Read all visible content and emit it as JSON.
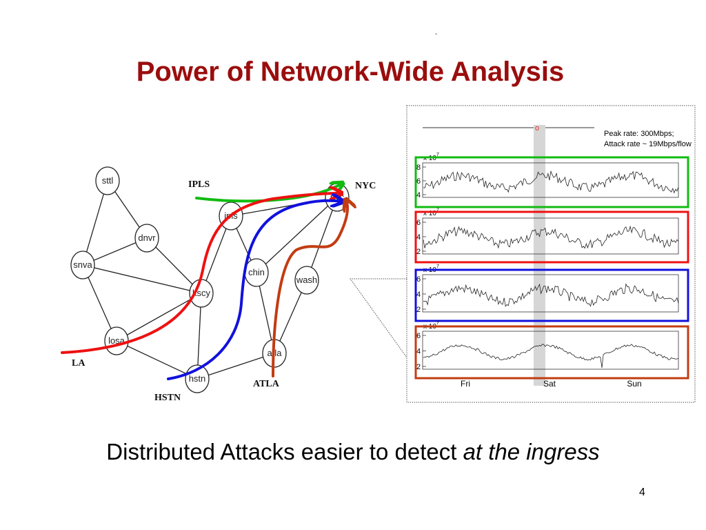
{
  "slide": {
    "title": "Power of Network-Wide Analysis",
    "subtitle_main": "Distributed Attacks easier to detect ",
    "subtitle_emphasis": "at the ingress",
    "page_number": "4",
    "dot": "-"
  },
  "network": {
    "nodes": [
      "sttl",
      "dnvr",
      "snva",
      "losa",
      "kscy",
      "ipls",
      "chin",
      "wash",
      "atla",
      "hstn",
      "nyc"
    ],
    "city_labels": {
      "ipls": "IPLS",
      "nyc": "NYC",
      "la": "LA",
      "hstn": "HSTN",
      "atla": "ATLA"
    },
    "flow_colors": {
      "ipls": "#11bb11",
      "la": "#ee1111",
      "hstn": "#1111dd",
      "atla": "#c23c12"
    }
  },
  "timeseries": {
    "annotation_line1": "Peak rate: 300Mbps;",
    "annotation_line2": "Attack rate ~ 19Mbps/flow",
    "marker": "o",
    "scale_label": "x 10",
    "scale_exponent": "7",
    "x_ticks": [
      "Fri",
      "Sat",
      "Sun"
    ],
    "panels": [
      {
        "color": "#11bb11",
        "ticks": [
          "8",
          "6",
          "4"
        ]
      },
      {
        "color": "#ee1111",
        "ticks": [
          "6",
          "4",
          "2"
        ]
      },
      {
        "color": "#1111dd",
        "ticks": [
          "6",
          "4",
          "2"
        ]
      },
      {
        "color": "#c23c12",
        "ticks": [
          "6",
          "4",
          "2"
        ]
      }
    ]
  }
}
